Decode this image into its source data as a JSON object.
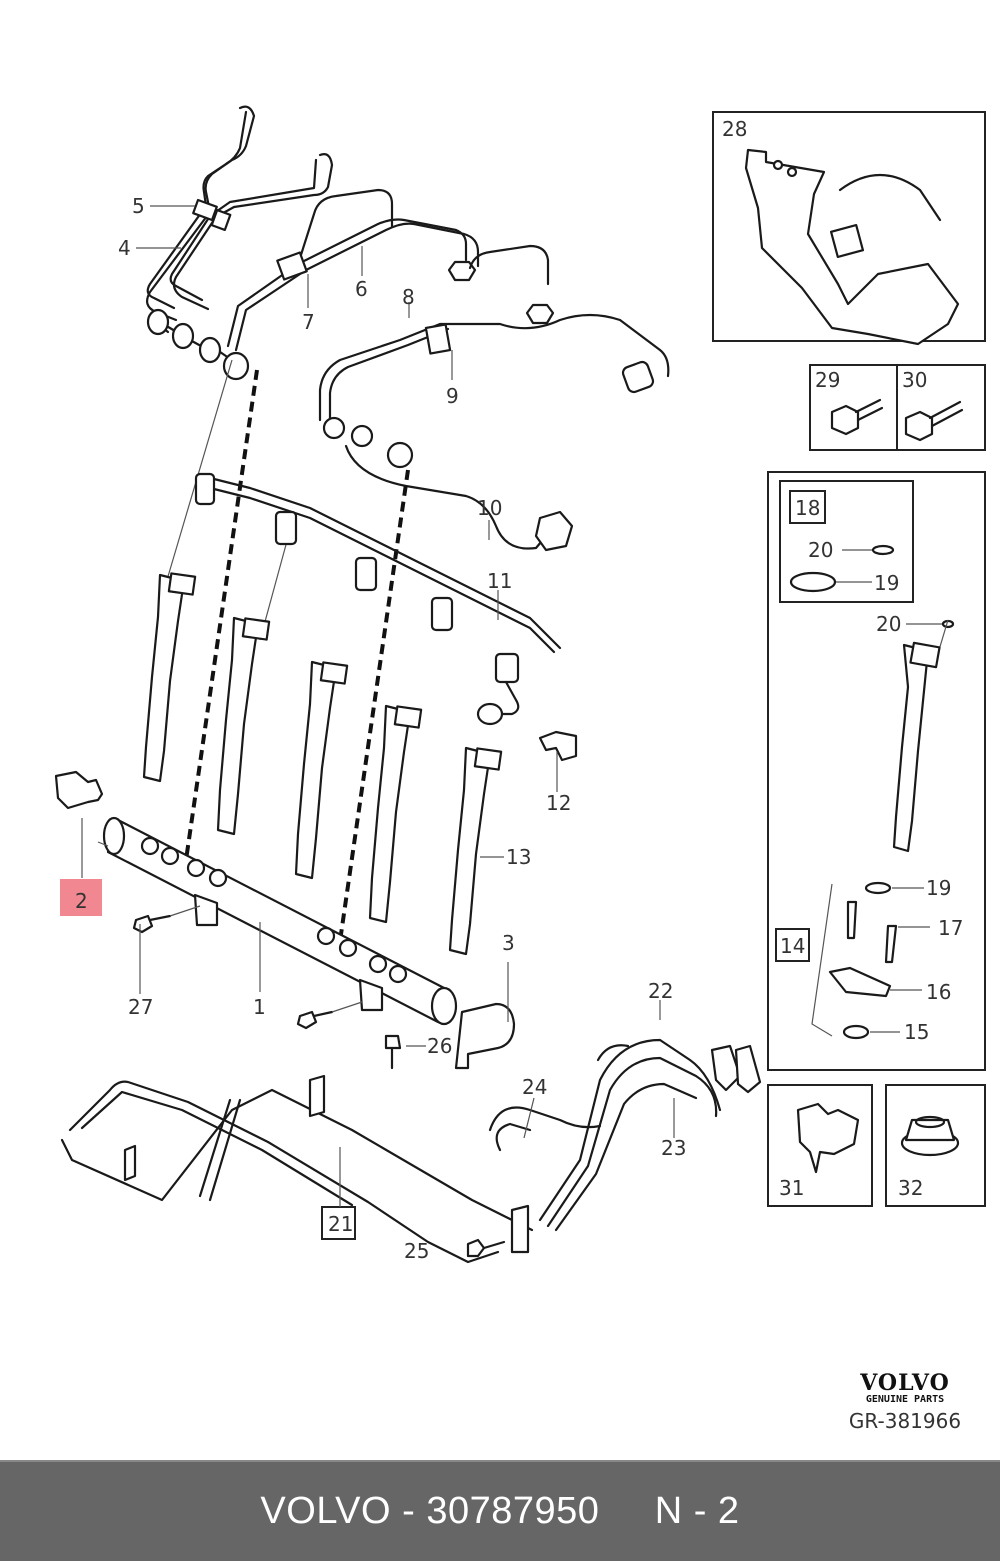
{
  "diagram": {
    "callouts": {
      "c1": "1",
      "c2": "2",
      "c3": "3",
      "c4": "4",
      "c5": "5",
      "c6": "6",
      "c7": "7",
      "c8": "8",
      "c9": "9",
      "c10": "10",
      "c11": "11",
      "c12": "12",
      "c13": "13",
      "c14": "14",
      "c15": "15",
      "c16": "16",
      "c17": "17",
      "c18": "18",
      "c19a": "19",
      "c19b": "19",
      "c20a": "20",
      "c20b": "20",
      "c21": "21",
      "c22": "22",
      "c23": "23",
      "c24": "24",
      "c25": "25",
      "c26": "26",
      "c27": "27",
      "c28": "28",
      "c29": "29",
      "c30": "30",
      "c31": "31",
      "c32": "32"
    },
    "highlight_color": "#f07b85"
  },
  "brand": {
    "logo": "VOLVO",
    "tagline": "GENUINE PARTS",
    "drawing_code": "GR-381966"
  },
  "footer": {
    "brand": "VOLVO",
    "part_number": "30787950",
    "position": "N - 2",
    "background": "#666666"
  }
}
